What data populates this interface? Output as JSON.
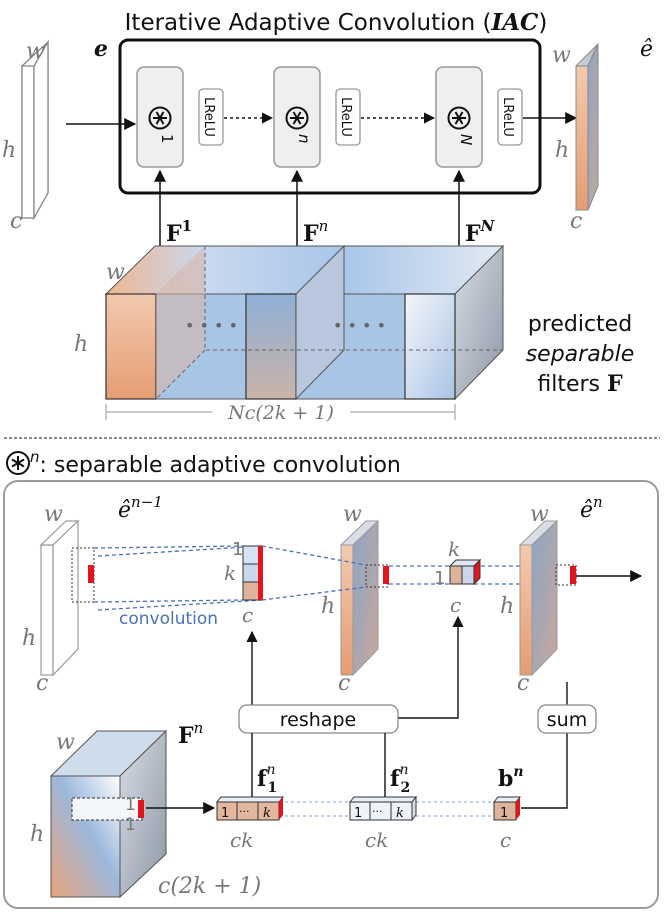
{
  "top": {
    "title": "Iterative Adaptive Convolution (",
    "title_abbr": "IAC",
    "title_close": ")",
    "input_labels": {
      "w": "w",
      "h": "h",
      "c": "c",
      "e": "e"
    },
    "output_labels": {
      "w": "w",
      "h": "h",
      "c": "c",
      "e": "ê"
    },
    "op_first_sup": "1",
    "op_mid_sup": "n",
    "op_last_sup": "N",
    "activation": "LReLU",
    "filter_first": "F",
    "filter_first_sup": "1",
    "filter_mid": "F",
    "filter_mid_sup": "n",
    "filter_last": "F",
    "filter_last_sup": "N",
    "block_w": "w",
    "block_h": "h",
    "dots": "• • • •",
    "predicted_line1": "predicted",
    "predicted_line2": "separable",
    "predicted_line3": "filters ",
    "predicted_F": "F",
    "dimension": "Nc(2k + 1)"
  },
  "bottom": {
    "heading_sup": "n",
    "heading": ": separable adaptive convolution",
    "e_prev": "ê",
    "e_prev_sup": "n−1",
    "e_next": "ê",
    "e_next_sup": "n",
    "w": "w",
    "h": "h",
    "c": "c",
    "k": "k",
    "one": "1",
    "convolution": "convolution",
    "reshape": "reshape",
    "sum": "sum",
    "Fn": "F",
    "Fn_sup": "n",
    "f1": "f",
    "f1_sub": "1",
    "f1_sup": "n",
    "f2": "f",
    "f2_sub": "2",
    "f2_sup": "n",
    "bn": "b",
    "bn_sup": "n",
    "ck": "ck",
    "c_size": "c(2k + 1)",
    "cell_dots": "···"
  },
  "colors": {
    "orange": "#e9a883",
    "blue": "#86acd8",
    "red": "#e3141c",
    "conv_blue": "#4a72b8",
    "frame_gray": "#999999"
  }
}
